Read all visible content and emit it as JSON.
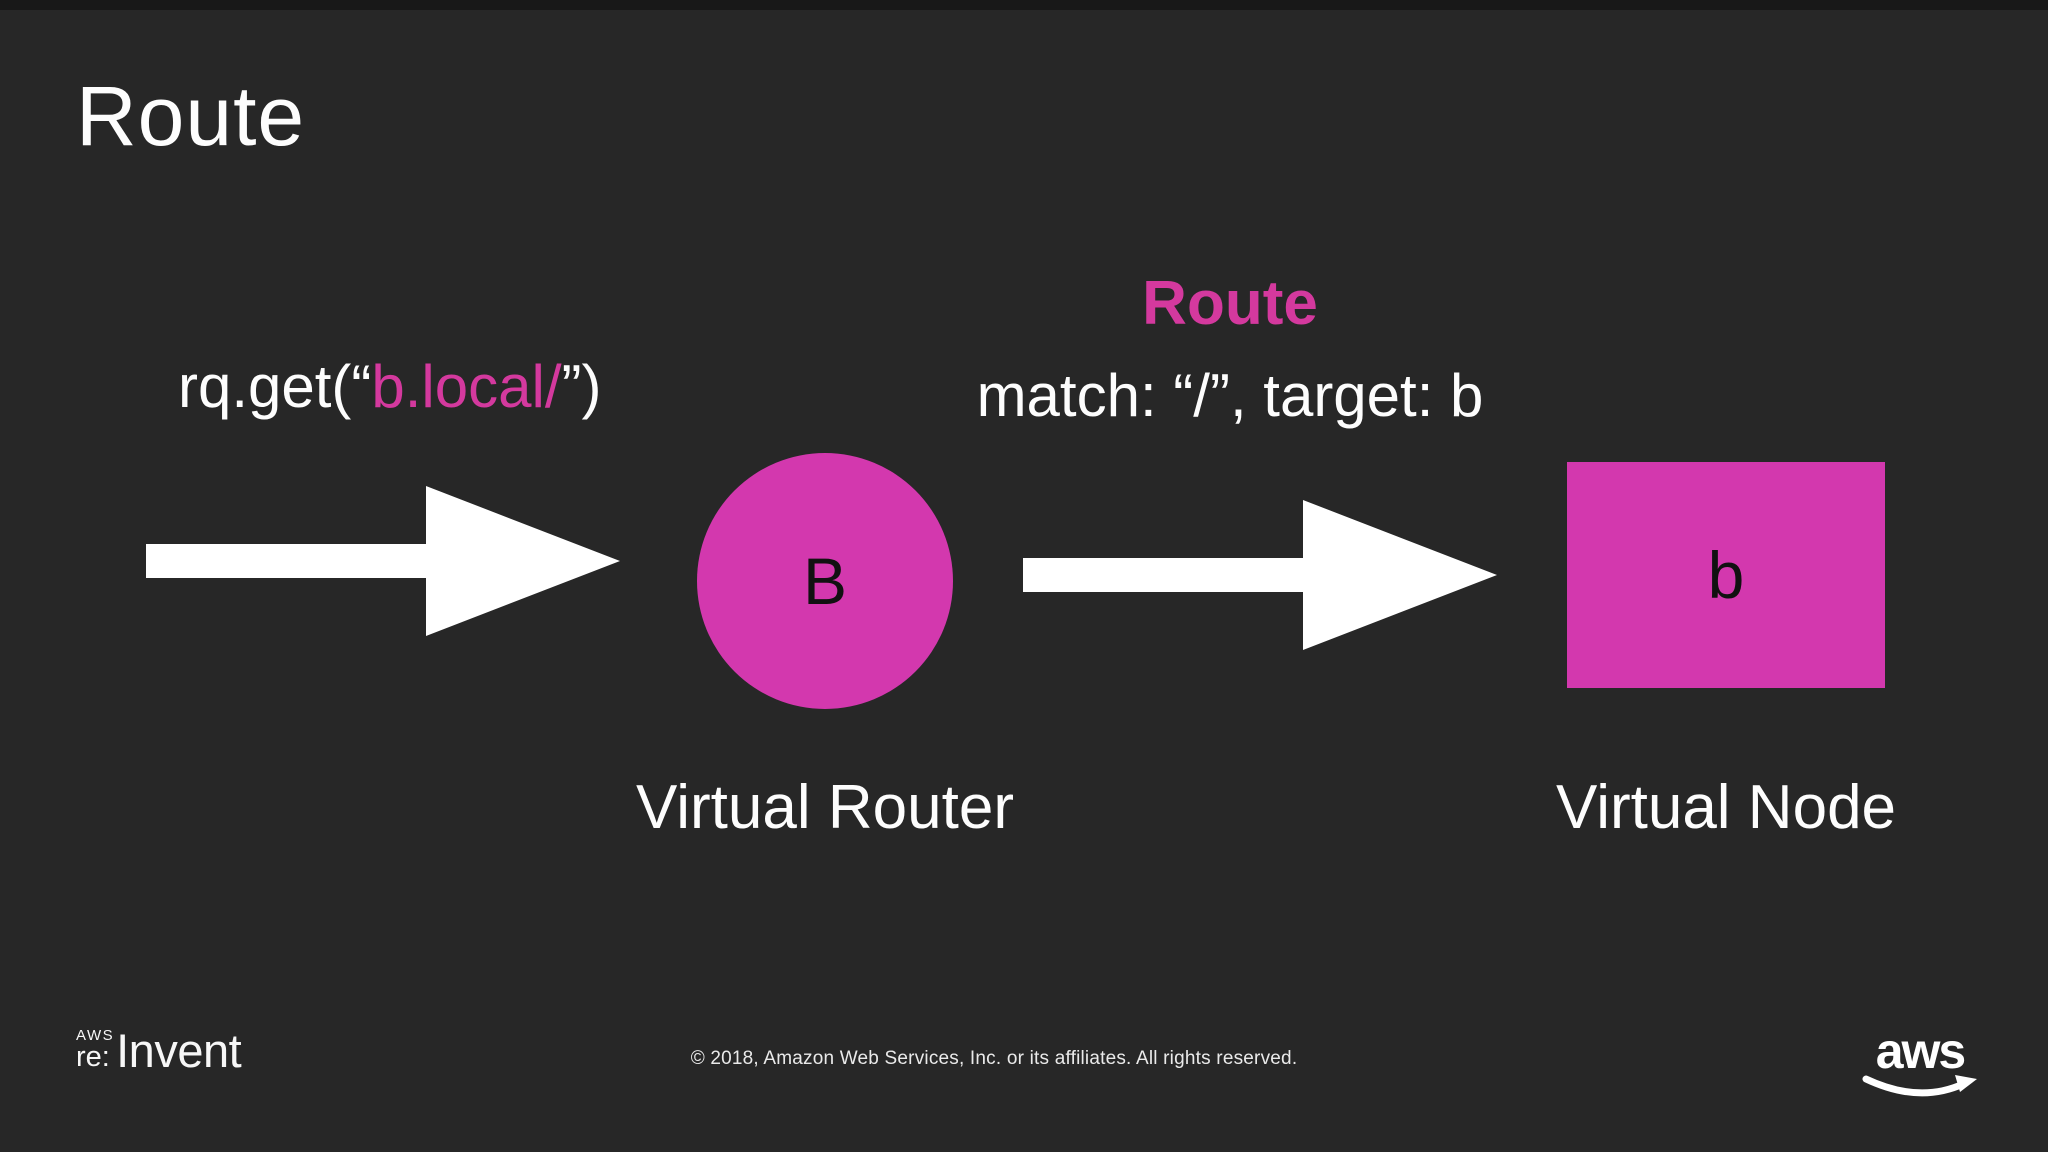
{
  "slide": {
    "title": "Route"
  },
  "request": {
    "prefix": "rq.get(“",
    "highlight": "b.local/",
    "suffix": "”)"
  },
  "route_callout": {
    "heading": "Route",
    "rule": "match: “/”, target: b"
  },
  "diagram": {
    "router": {
      "label": "B",
      "caption": "Virtual Router"
    },
    "node": {
      "label": "b",
      "caption": "Virtual Node"
    }
  },
  "footer": {
    "reinvent": {
      "aws": "AWS",
      "re": "re:",
      "invent": "Invent"
    },
    "copyright": "© 2018, Amazon Web Services, Inc. or its affiliates. All rights reserved.",
    "aws_logo_text": "aws"
  },
  "colors": {
    "background": "#272727",
    "shape_magenta": "#d338ae",
    "text_pink": "#d4399e",
    "text_white": "#fdfdfd"
  }
}
